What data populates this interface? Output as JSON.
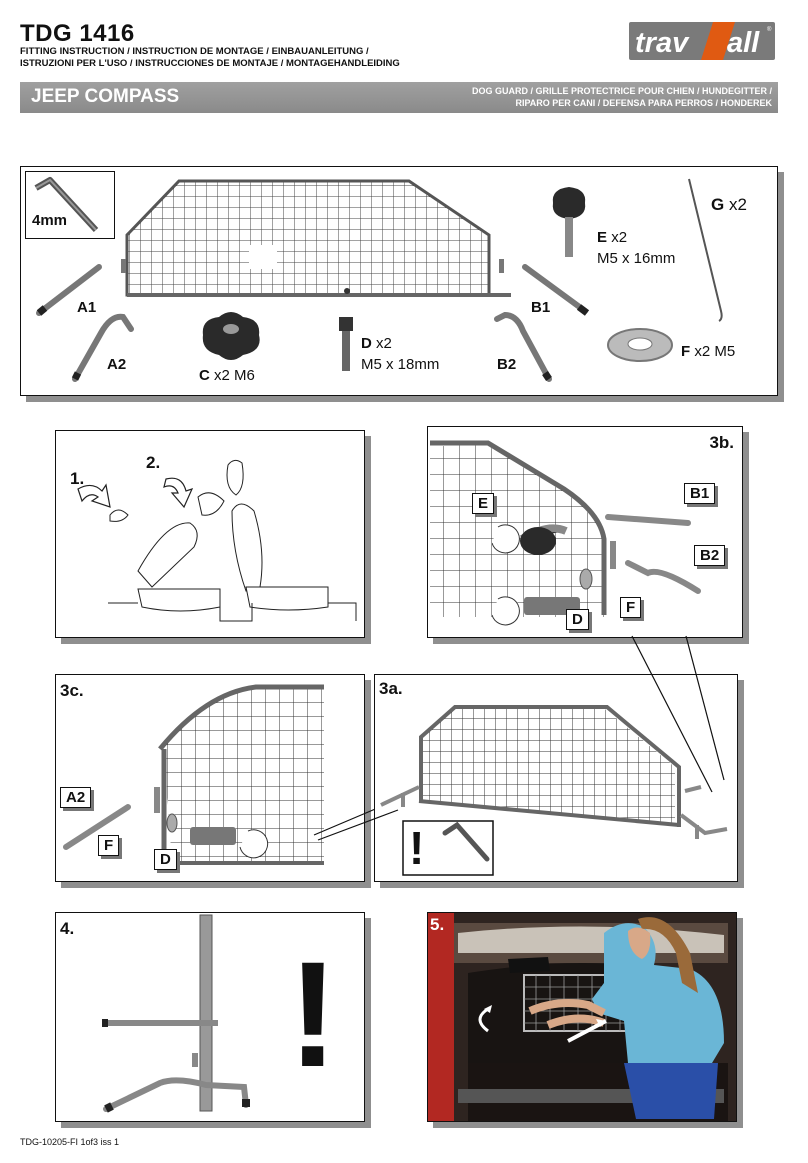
{
  "header": {
    "product_code": "TDG 1416",
    "instruction_line1": "FITTING INSTRUCTION / INSTRUCTION DE MONTAGE / EINBAUANLEITUNG /",
    "instruction_line2": "ISTRUZIONI PER L'USO / INSTRUCCIONES DE MONTAJE / MONTAGEHANDLEIDING",
    "logo_part1": "trav",
    "logo_part2": "all",
    "logo_trademark": "®"
  },
  "banner": {
    "model": "JEEP COMPASS",
    "description_line1": "DOG GUARD / GRILLE PROTECTRICE POUR CHIEN / HUNDEGITTER /",
    "description_line2": "RIPARO PER CANI / DEFENSA PARA PERROS / HONDEREK"
  },
  "parts": {
    "tool": "4mm",
    "a1": "A1",
    "a2": "A2",
    "b1": "B1",
    "b2": "B2",
    "c_letter": "C",
    "c_spec": "x2 M6",
    "d_letter": "D",
    "d_qty": "x2",
    "d_size": "M5 x 18mm",
    "e_letter": "E",
    "e_qty": "x2",
    "e_size": "M5 x 16mm",
    "f_letter": "F",
    "f_spec": "x2 M5",
    "g_letter": "G",
    "g_qty": "x2"
  },
  "steps": {
    "s1": "1.",
    "s2": "2.",
    "s3a": "3a.",
    "s3b": "3b.",
    "s3c": "3c.",
    "s4": "4.",
    "s5": "5.",
    "callouts": {
      "e": "E",
      "b1": "B1",
      "b2": "B2",
      "d": "D",
      "f": "F",
      "a2": "A2",
      "f2": "F",
      "d2": "D"
    },
    "warning": "!"
  },
  "footer": {
    "doc_ref": "TDG-10205-FI 1of3 iss 1"
  },
  "colors": {
    "logo_bg": "#7a7a7a",
    "logo_accent": "#e05a12",
    "banner": "#959595",
    "shadow": "#8f8f8f"
  }
}
